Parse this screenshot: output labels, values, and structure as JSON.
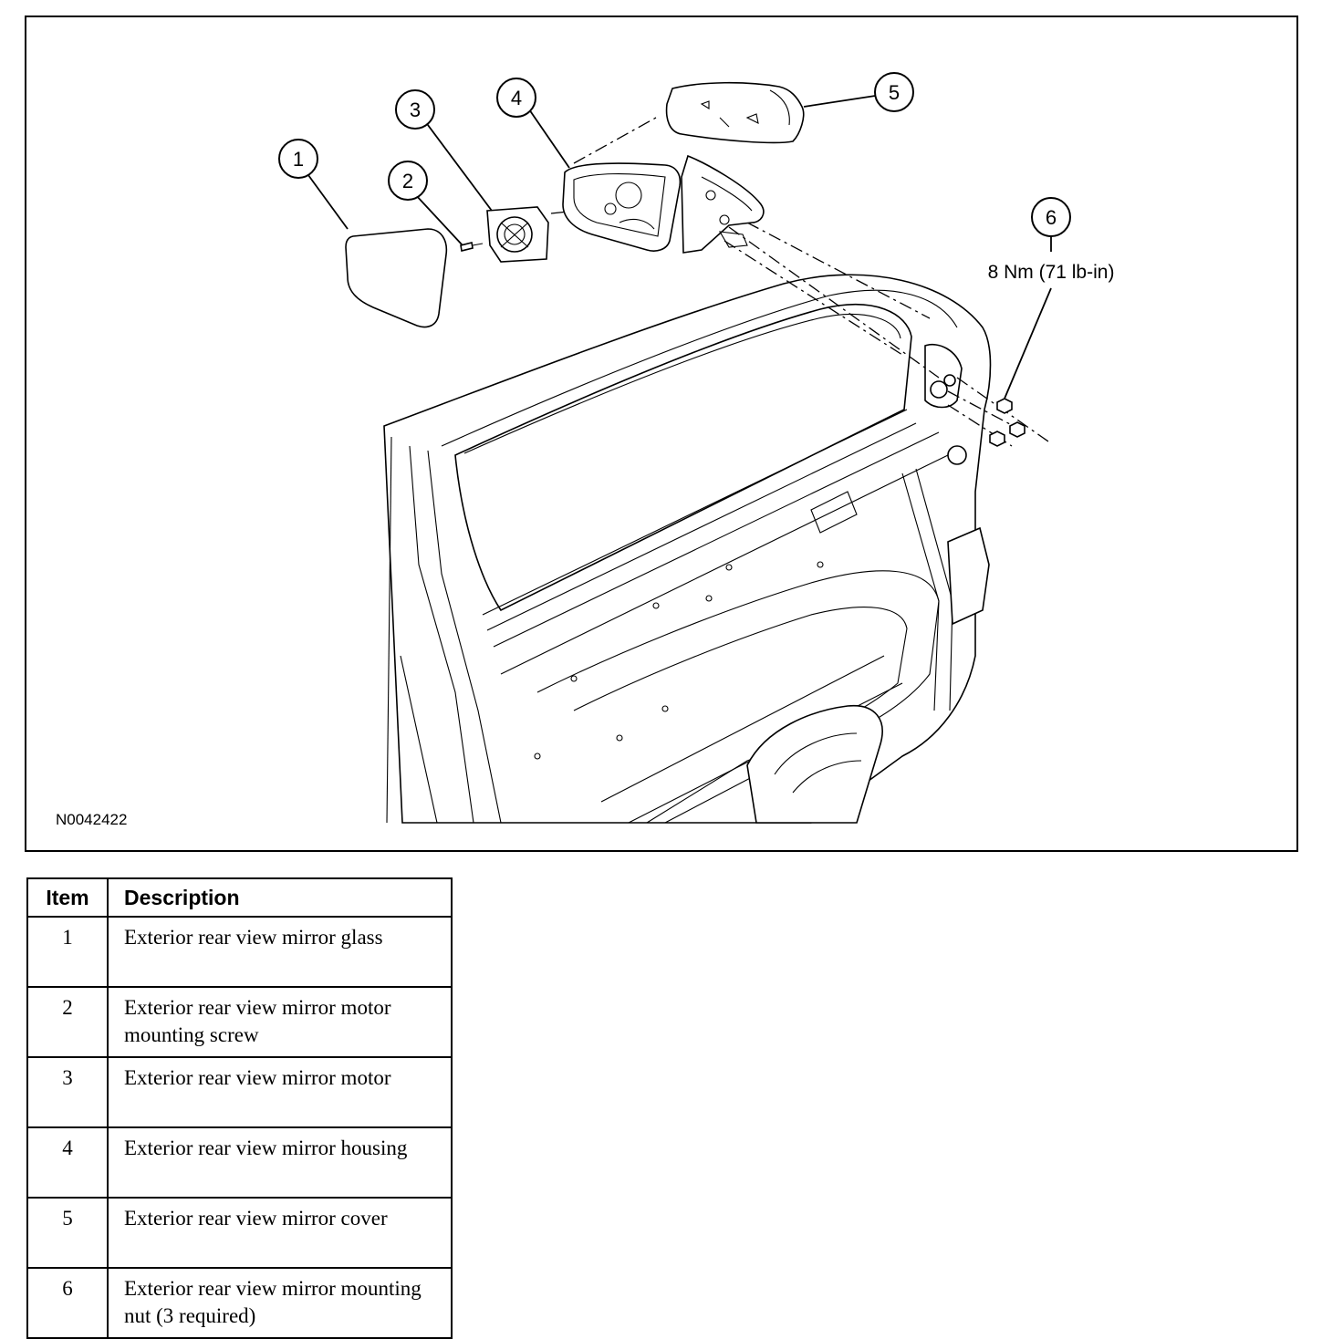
{
  "figure": {
    "id_label": "N0042422",
    "torque_label": "8 Nm (71 lb-in)",
    "callouts": [
      "1",
      "2",
      "3",
      "4",
      "5",
      "6"
    ]
  },
  "table": {
    "headers": {
      "item": "Item",
      "description": "Description"
    },
    "rows": [
      {
        "item": "1",
        "description": "Exterior rear view mirror glass"
      },
      {
        "item": "2",
        "description": "Exterior rear view mirror motor mounting screw"
      },
      {
        "item": "3",
        "description": "Exterior rear view mirror motor"
      },
      {
        "item": "4",
        "description": "Exterior rear view mirror housing"
      },
      {
        "item": "5",
        "description": "Exterior rear view mirror cover"
      },
      {
        "item": "6",
        "description": "Exterior rear view mirror mounting nut (3 required)"
      }
    ]
  }
}
